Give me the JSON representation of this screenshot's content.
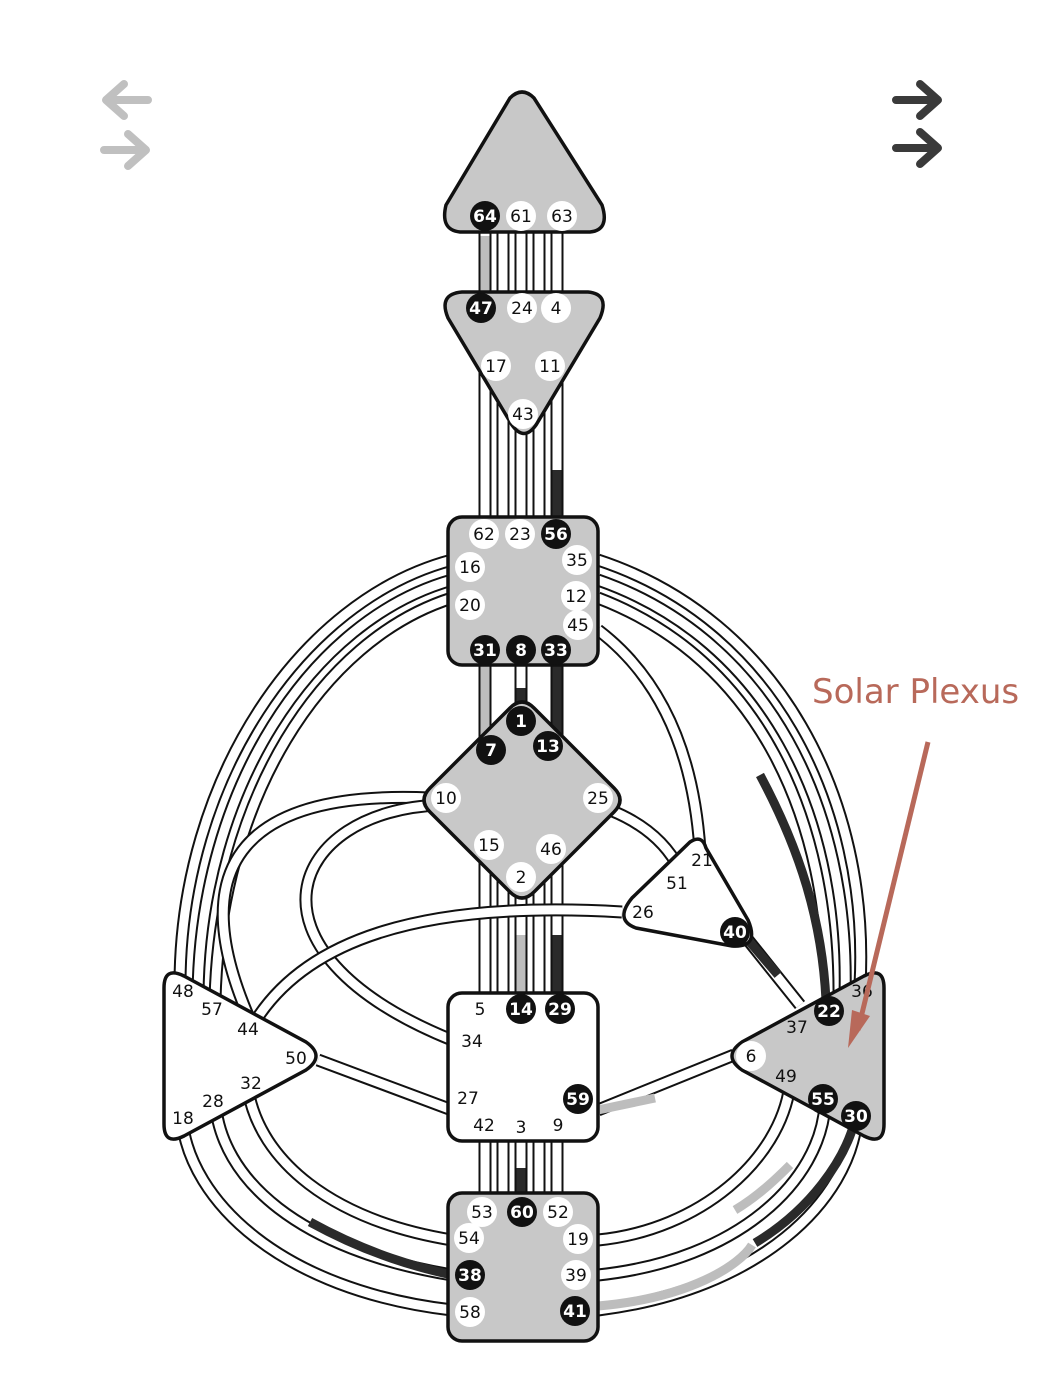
{
  "colors": {
    "outline": "#111111",
    "defined_center": "#c8c8c8",
    "open_center": "#ffffff",
    "channel_bg": "#ffffff",
    "active_dark": "#2a2a2a",
    "active_light": "#bdbdbd",
    "gate_dark": "#111111",
    "gate_light": "#ffffff",
    "annotation": "#b8695a",
    "arrow_light": "#c0c0c0",
    "arrow_dark": "#3a3a3a"
  },
  "icons": [
    "left-arrow-icon",
    "right-arrow-icon"
  ],
  "annotation": {
    "label": "Solar Plexus"
  },
  "centers": [
    {
      "id": "head",
      "shape": "triangle-up",
      "defined": true
    },
    {
      "id": "ajna",
      "shape": "triangle-down",
      "defined": true
    },
    {
      "id": "throat",
      "shape": "square",
      "defined": true
    },
    {
      "id": "g",
      "shape": "diamond",
      "defined": true
    },
    {
      "id": "heart",
      "shape": "triangle",
      "defined": false
    },
    {
      "id": "spleen",
      "shape": "triangle",
      "defined": false
    },
    {
      "id": "sacral",
      "shape": "square",
      "defined": false
    },
    {
      "id": "solar-plexus",
      "shape": "triangle",
      "defined": true
    },
    {
      "id": "root",
      "shape": "square",
      "defined": true
    }
  ],
  "gates": [
    {
      "n": "64",
      "dark": true
    },
    {
      "n": "61",
      "dark": false
    },
    {
      "n": "63",
      "dark": false
    },
    {
      "n": "47",
      "dark": true
    },
    {
      "n": "24",
      "dark": false
    },
    {
      "n": "4",
      "dark": false
    },
    {
      "n": "17",
      "dark": false
    },
    {
      "n": "11",
      "dark": false
    },
    {
      "n": "43",
      "dark": false
    },
    {
      "n": "62",
      "dark": false
    },
    {
      "n": "23",
      "dark": false
    },
    {
      "n": "56",
      "dark": true
    },
    {
      "n": "35",
      "dark": false
    },
    {
      "n": "16",
      "dark": false
    },
    {
      "n": "12",
      "dark": false
    },
    {
      "n": "20",
      "dark": false
    },
    {
      "n": "45",
      "dark": false
    },
    {
      "n": "31",
      "dark": true
    },
    {
      "n": "8",
      "dark": true
    },
    {
      "n": "33",
      "dark": true
    },
    {
      "n": "1",
      "dark": true
    },
    {
      "n": "7",
      "dark": true
    },
    {
      "n": "13",
      "dark": true
    },
    {
      "n": "10",
      "dark": false
    },
    {
      "n": "25",
      "dark": false
    },
    {
      "n": "15",
      "dark": false
    },
    {
      "n": "46",
      "dark": false
    },
    {
      "n": "2",
      "dark": false
    },
    {
      "n": "21",
      "dark": false
    },
    {
      "n": "51",
      "dark": false
    },
    {
      "n": "26",
      "dark": false
    },
    {
      "n": "40",
      "dark": true
    },
    {
      "n": "48",
      "dark": false
    },
    {
      "n": "57",
      "dark": false
    },
    {
      "n": "44",
      "dark": false
    },
    {
      "n": "50",
      "dark": false
    },
    {
      "n": "32",
      "dark": false
    },
    {
      "n": "28",
      "dark": false
    },
    {
      "n": "18",
      "dark": false
    },
    {
      "n": "5",
      "dark": false
    },
    {
      "n": "14",
      "dark": true
    },
    {
      "n": "29",
      "dark": true
    },
    {
      "n": "34",
      "dark": false
    },
    {
      "n": "27",
      "dark": false
    },
    {
      "n": "59",
      "dark": true
    },
    {
      "n": "42",
      "dark": false
    },
    {
      "n": "3",
      "dark": false
    },
    {
      "n": "9",
      "dark": false
    },
    {
      "n": "36",
      "dark": false
    },
    {
      "n": "22",
      "dark": true
    },
    {
      "n": "37",
      "dark": false
    },
    {
      "n": "6",
      "dark": false
    },
    {
      "n": "49",
      "dark": false
    },
    {
      "n": "55",
      "dark": true
    },
    {
      "n": "30",
      "dark": true
    },
    {
      "n": "53",
      "dark": false
    },
    {
      "n": "60",
      "dark": true
    },
    {
      "n": "52",
      "dark": false
    },
    {
      "n": "54",
      "dark": false
    },
    {
      "n": "19",
      "dark": false
    },
    {
      "n": "38",
      "dark": true
    },
    {
      "n": "39",
      "dark": false
    },
    {
      "n": "58",
      "dark": false
    },
    {
      "n": "41",
      "dark": true
    }
  ]
}
